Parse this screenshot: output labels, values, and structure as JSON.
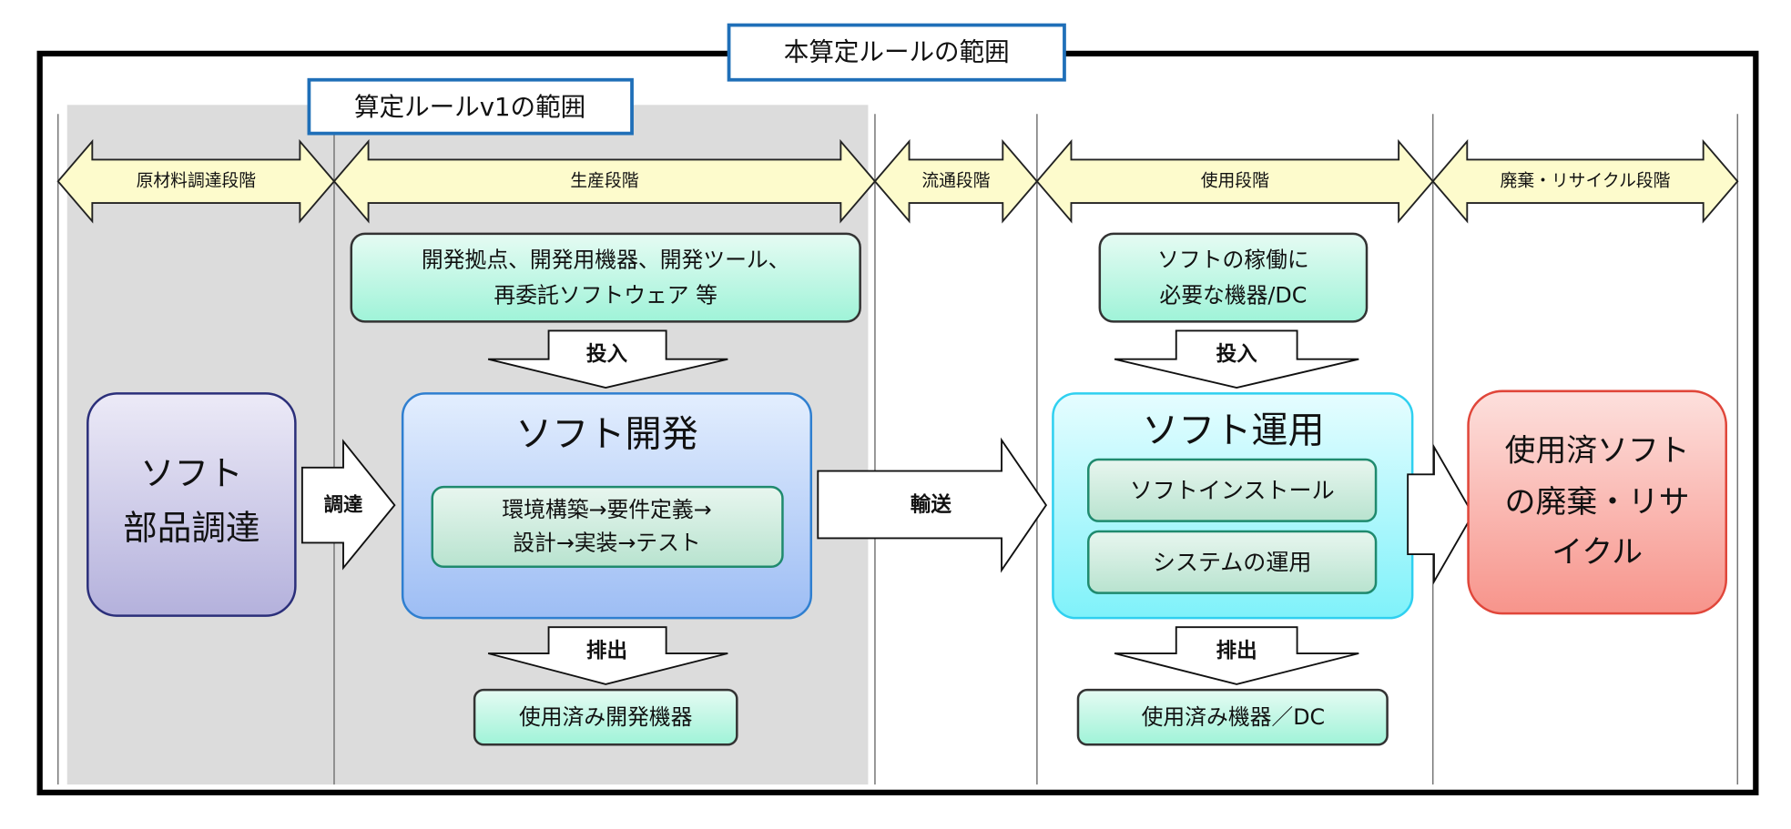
{
  "scope_label": "本算定ルールの範囲",
  "v1_scope_label": "算定ルールv1の範囲",
  "stages": [
    "原材料調達段階",
    "生産段階",
    "流通段階",
    "使用段階",
    "廃棄・リサイクル段階"
  ],
  "production": {
    "inputs": [
      "開発拠点、開発用機器、開発ツール、",
      "再委託ソフトウェア 等"
    ],
    "input_arrow": "投入",
    "process_title": "ソフト開発",
    "process_steps": [
      "環境構築→要件定義→",
      "設計→実装→テスト"
    ],
    "output_arrow": "排出",
    "outputs": "使用済み開発機器"
  },
  "procurement": {
    "title": [
      "ソフト",
      "部品調達"
    ],
    "arrow": "調達"
  },
  "distribution": {
    "arrow": "輸送"
  },
  "use": {
    "inputs": [
      "ソフトの稼働に",
      "必要な機器/DC"
    ],
    "input_arrow": "投入",
    "process_title": "ソフト運用",
    "sub_items": [
      "ソフトインストール",
      "システムの運用"
    ],
    "output_arrow": "排出",
    "outputs": "使用済み機器／DC"
  },
  "disposal": {
    "title": [
      "使用済ソフト",
      "の廃棄・リサ",
      "イクル"
    ]
  },
  "colors": {
    "frame": "#000000",
    "scope_border": "#1f6fb8",
    "v1_area": "#dcdcdc",
    "stage_arrow": "#fdfbcc",
    "mint": "#9ff3d8",
    "procurement": "#c8c6e6",
    "development": "#a9c8f5",
    "operation": "#8ef4fa",
    "disposal": "#f79a92"
  }
}
